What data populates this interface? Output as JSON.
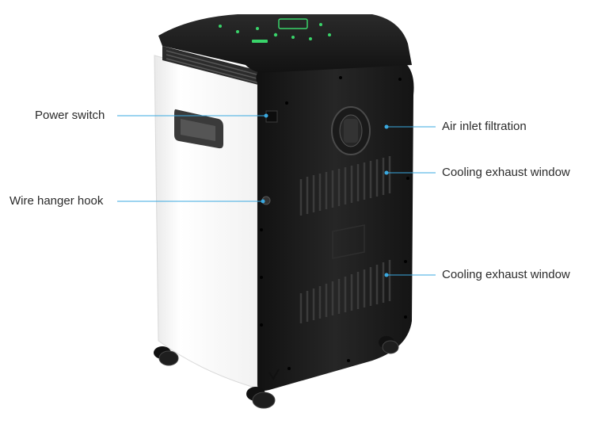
{
  "callouts": {
    "power_switch": "Power switch",
    "wire_hanger_hook": "Wire hanger hook",
    "air_inlet_filtration": "Air inlet filtration",
    "cooling_exhaust_window_upper": "Cooling exhaust window",
    "cooling_exhaust_window_lower": "Cooling exhaust window"
  },
  "colors": {
    "callout_line": "#3aa9e0",
    "body_black": "#1c1c1c",
    "panel_white": "#f7f7f7",
    "display_green": "#39d46a"
  },
  "icons": [
    "wheel-icon",
    "vent-grille-icon",
    "filter-dial-icon"
  ]
}
